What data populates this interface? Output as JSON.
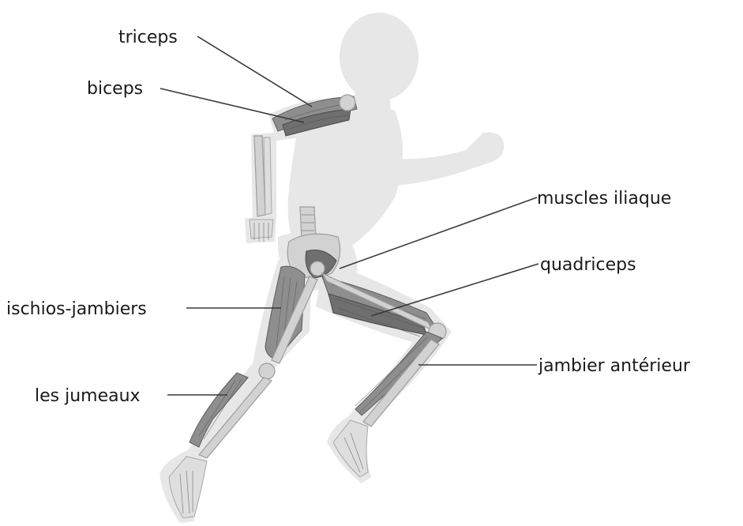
{
  "labels": {
    "triceps": "triceps",
    "biceps": "biceps",
    "muscles_iliaque": "muscles iliaque",
    "quadriceps": "quadriceps",
    "ischios_jambiers": "ischios-jambiers",
    "jambier_anterieur": "jambier antérieur",
    "les_jumeaux": "les jumeaux"
  },
  "colors": {
    "text": "#1a1a1a",
    "leader_line": "#3a3a3a",
    "silhouette": "#e7e7e7",
    "muscle": "#8e8e8e",
    "bone": "#d2d2d2"
  }
}
